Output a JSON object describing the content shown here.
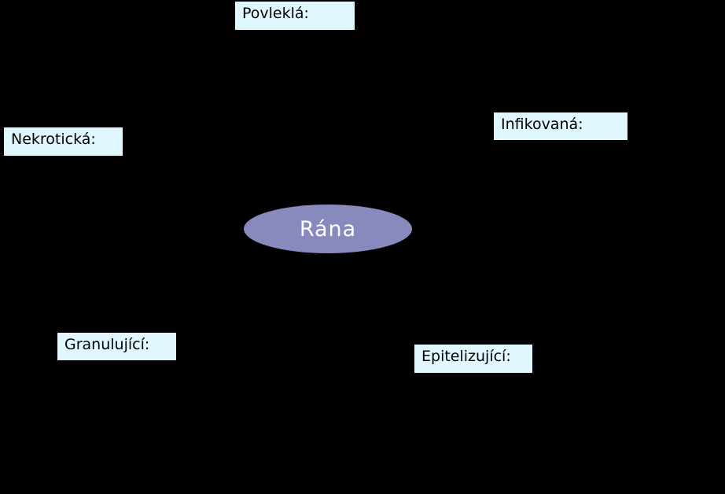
{
  "diagram": {
    "center": {
      "label": "Rána",
      "color": "#8889bd"
    },
    "categories": [
      {
        "id": "povlekla",
        "label": "Povleklá:"
      },
      {
        "id": "infikovana",
        "label": "Infikovaná:"
      },
      {
        "id": "nekroticka",
        "label": "Nekrotická:"
      },
      {
        "id": "granulujici",
        "label": "Granulující:"
      },
      {
        "id": "epitelizujici",
        "label": "Epitelizující:"
      }
    ],
    "box_color": "#e0f7ff",
    "background_color": "#000000"
  }
}
